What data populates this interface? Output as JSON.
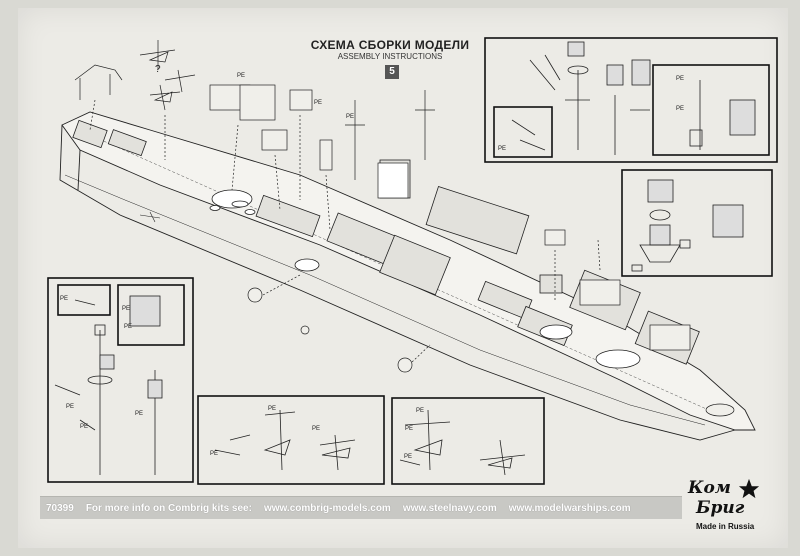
{
  "header": {
    "title": "СХЕМА СБОРКИ МОДЕЛИ",
    "subtitle": "ASSEMBLY INSTRUCTIONS",
    "step": "5"
  },
  "callouts": {
    "part_label": "PE",
    "question": "?"
  },
  "footer": {
    "kit_number": "70399",
    "info_text": "For more info on Combrig kits see:",
    "link_1": "www.combrig-models.com",
    "link_2": "www.steelnavy.com",
    "link_3": "www.modelwarships.com"
  },
  "logo": {
    "line_1": "Ком",
    "line_2": "Бриг",
    "made_in": "Made in Russia"
  },
  "colors": {
    "paper": "#ecebe6",
    "ink": "#222222",
    "panel_border": "#111111"
  },
  "icons": {
    "logo_mark": "star-icon"
  }
}
